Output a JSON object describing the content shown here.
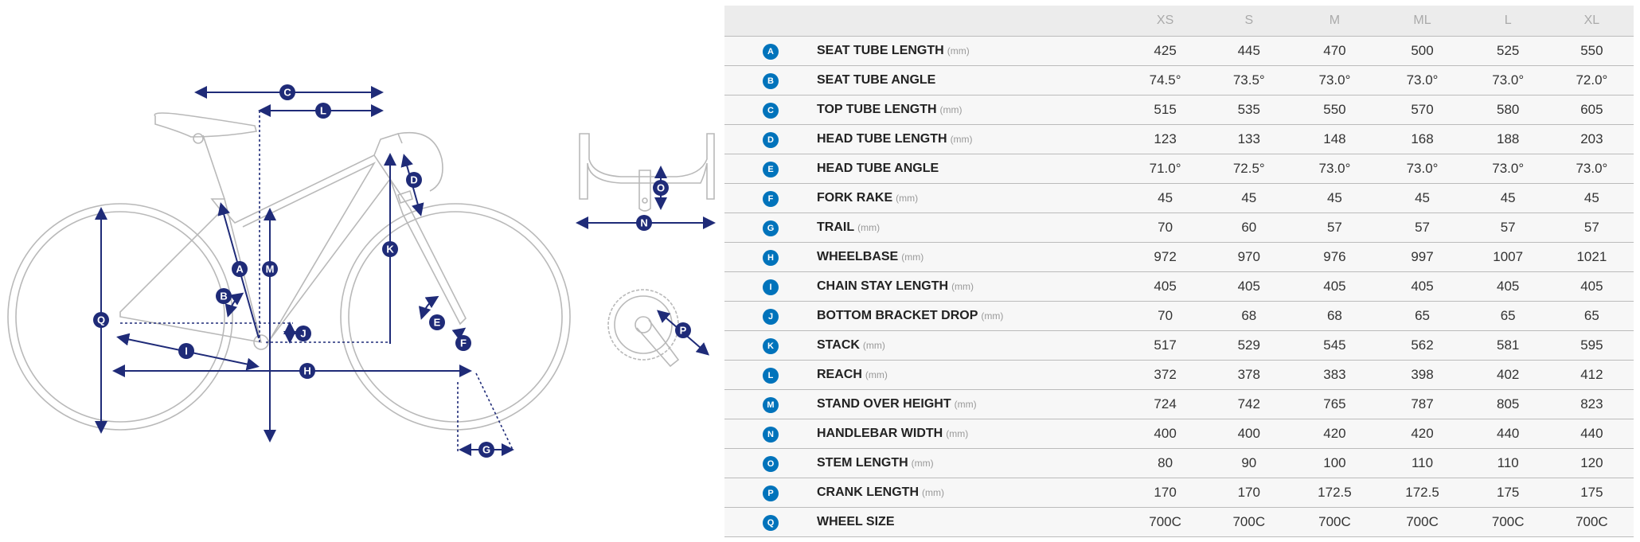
{
  "colors": {
    "badge": "#0073bb",
    "dimension": "#1f2b78",
    "frame": "#b9b9b9"
  },
  "diagram": {
    "labels": {
      "A": "A",
      "B": "B",
      "C": "C",
      "D": "D",
      "E": "E",
      "F": "F",
      "G": "G",
      "H": "H",
      "I": "I",
      "J": "J",
      "K": "K",
      "L": "L",
      "M": "M",
      "N": "N",
      "O": "O",
      "P": "P",
      "Q": "Q"
    }
  },
  "table": {
    "sizes": [
      "XS",
      "S",
      "M",
      "ML",
      "L",
      "XL"
    ],
    "rows": [
      {
        "letter": "A",
        "name": "SEAT TUBE LENGTH",
        "unit": "(mm)",
        "values": [
          "425",
          "445",
          "470",
          "500",
          "525",
          "550"
        ]
      },
      {
        "letter": "B",
        "name": "SEAT TUBE ANGLE",
        "unit": "",
        "values": [
          "74.5°",
          "73.5°",
          "73.0°",
          "73.0°",
          "73.0°",
          "72.0°"
        ]
      },
      {
        "letter": "C",
        "name": "TOP TUBE LENGTH",
        "unit": "(mm)",
        "values": [
          "515",
          "535",
          "550",
          "570",
          "580",
          "605"
        ]
      },
      {
        "letter": "D",
        "name": "HEAD TUBE LENGTH",
        "unit": "(mm)",
        "values": [
          "123",
          "133",
          "148",
          "168",
          "188",
          "203"
        ]
      },
      {
        "letter": "E",
        "name": "HEAD TUBE ANGLE",
        "unit": "",
        "values": [
          "71.0°",
          "72.5°",
          "73.0°",
          "73.0°",
          "73.0°",
          "73.0°"
        ]
      },
      {
        "letter": "F",
        "name": "FORK RAKE",
        "unit": "(mm)",
        "values": [
          "45",
          "45",
          "45",
          "45",
          "45",
          "45"
        ]
      },
      {
        "letter": "G",
        "name": "TRAIL",
        "unit": "(mm)",
        "values": [
          "70",
          "60",
          "57",
          "57",
          "57",
          "57"
        ]
      },
      {
        "letter": "H",
        "name": "WHEELBASE",
        "unit": "(mm)",
        "values": [
          "972",
          "970",
          "976",
          "997",
          "1007",
          "1021"
        ]
      },
      {
        "letter": "I",
        "name": "CHAIN STAY LENGTH",
        "unit": "(mm)",
        "values": [
          "405",
          "405",
          "405",
          "405",
          "405",
          "405"
        ]
      },
      {
        "letter": "J",
        "name": "BOTTOM BRACKET DROP",
        "unit": "(mm)",
        "values": [
          "70",
          "68",
          "68",
          "65",
          "65",
          "65"
        ]
      },
      {
        "letter": "K",
        "name": "STACK",
        "unit": "(mm)",
        "values": [
          "517",
          "529",
          "545",
          "562",
          "581",
          "595"
        ]
      },
      {
        "letter": "L",
        "name": "REACH",
        "unit": "(mm)",
        "values": [
          "372",
          "378",
          "383",
          "398",
          "402",
          "412"
        ]
      },
      {
        "letter": "M",
        "name": "STAND OVER HEIGHT",
        "unit": "(mm)",
        "values": [
          "724",
          "742",
          "765",
          "787",
          "805",
          "823"
        ]
      },
      {
        "letter": "N",
        "name": "HANDLEBAR WIDTH",
        "unit": "(mm)",
        "values": [
          "400",
          "400",
          "420",
          "420",
          "440",
          "440"
        ]
      },
      {
        "letter": "O",
        "name": "STEM LENGTH",
        "unit": "(mm)",
        "values": [
          "80",
          "90",
          "100",
          "110",
          "110",
          "120"
        ]
      },
      {
        "letter": "P",
        "name": "CRANK LENGTH",
        "unit": "(mm)",
        "values": [
          "170",
          "170",
          "172.5",
          "172.5",
          "175",
          "175"
        ]
      },
      {
        "letter": "Q",
        "name": "WHEEL SIZE",
        "unit": "",
        "values": [
          "700C",
          "700C",
          "700C",
          "700C",
          "700C",
          "700C"
        ]
      }
    ]
  }
}
